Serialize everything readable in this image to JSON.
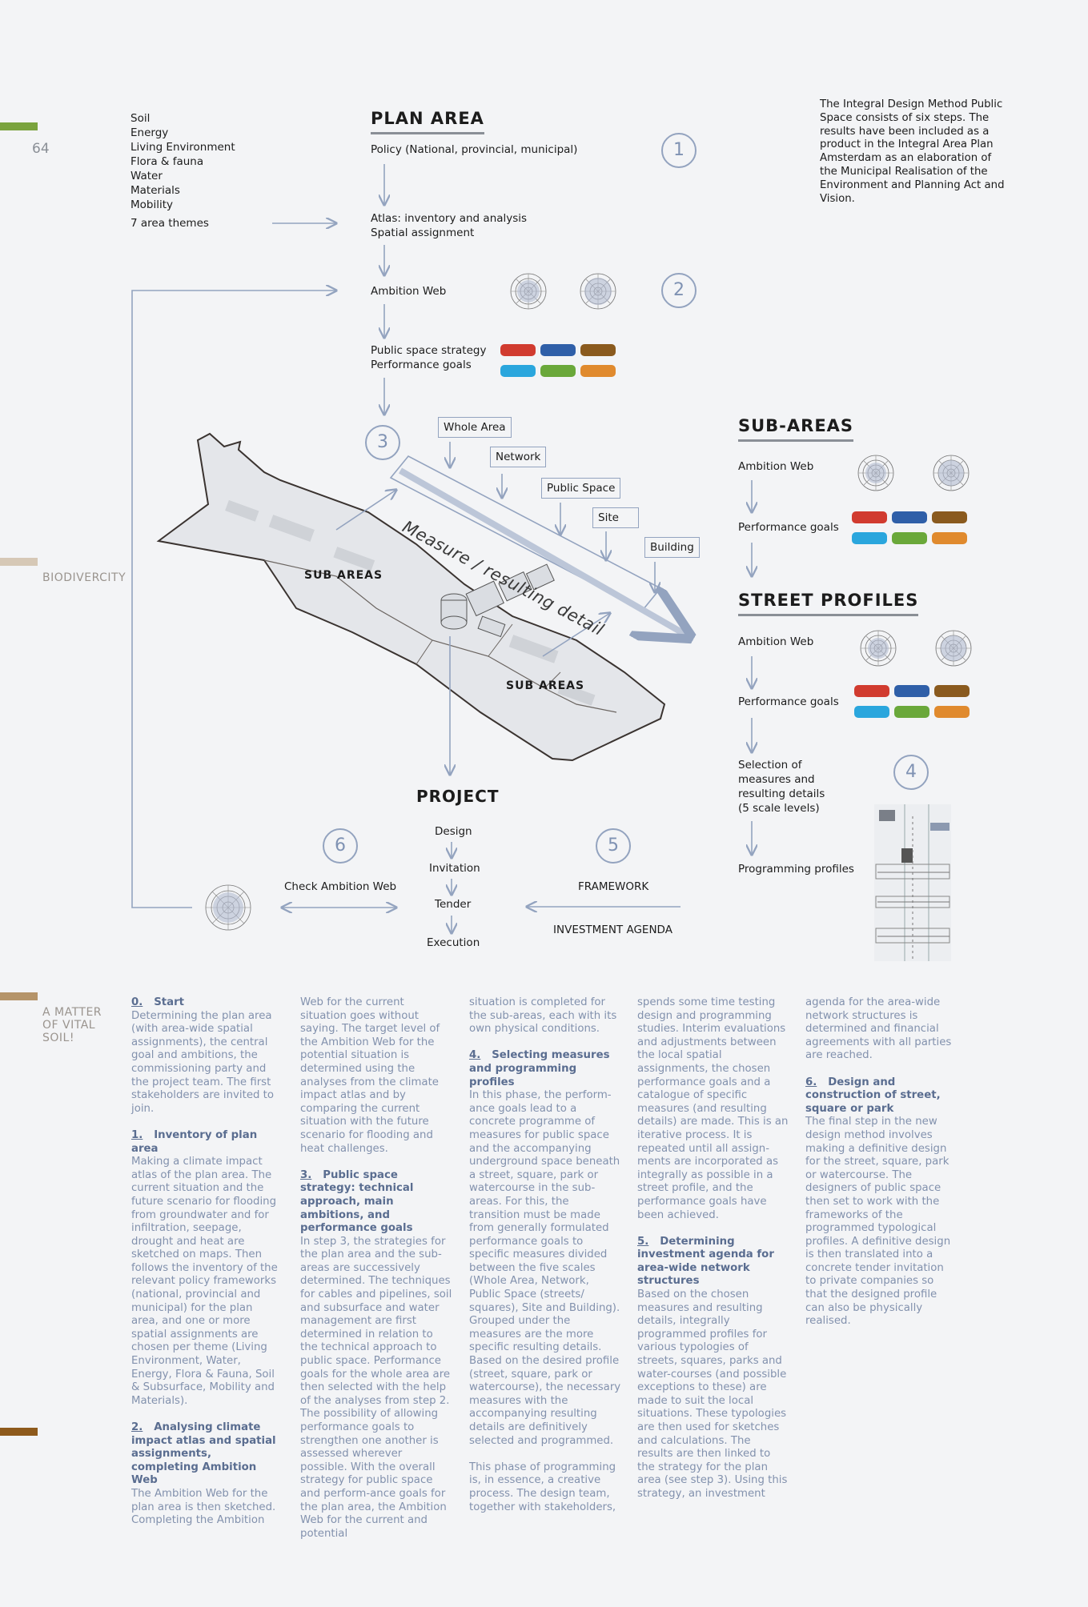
{
  "page": {
    "number": "64",
    "side_biodiversity": "BIODIVERCITY",
    "side_matter": [
      "A MATTER",
      "OF VITAL",
      "SOIL!"
    ],
    "colors": {
      "bar_green": "#7aa33e",
      "bar_beige": "#d6c8b6",
      "bar_tan": "#b5946a",
      "bar_brown": "#8e5a1c",
      "line": "#93a3bf"
    }
  },
  "intro": "The Integral Design Method Public Space consists of six steps. The results have been included as a product in the Integral Area Plan Amsterdam as an elaboration of the Municipal Realisation of the Environment and Planning Act and Vision.",
  "themes": {
    "items": [
      "Soil",
      "Energy",
      "Living Environment",
      "Flora & fauna",
      "Water",
      "Materials",
      "Mobility"
    ],
    "summary": "7 area themes"
  },
  "plan_area": {
    "title": "PLAN AREA",
    "policy": "Policy (National, provincial, municipal)",
    "atlas_1": "Atlas: inventory and analysis",
    "atlas_2": "Spatial assignment",
    "ambition": "Ambition Web",
    "strategy_1": "Public space strategy",
    "strategy_2": "Performance goals"
  },
  "steps": {
    "s1": "1",
    "s2": "2",
    "s3": "3",
    "s4": "4",
    "s5": "5",
    "s6": "6"
  },
  "scales": {
    "whole": "Whole Area",
    "network": "Network",
    "public": "Public Space",
    "site": "Site",
    "building": "Building",
    "measure": "Measure / resulting detail"
  },
  "map": {
    "sub1": "SUB AREAS",
    "sub2": "SUB AREAS"
  },
  "sub_areas": {
    "title": "SUB-AREAS",
    "ambition": "Ambition Web",
    "goals": "Performance goals"
  },
  "street_profiles": {
    "title": "STREET PROFILES",
    "ambition": "Ambition Web",
    "goals": "Performance goals",
    "selection": [
      "Selection of",
      "measures and",
      "resulting details",
      "(5 scale levels)"
    ],
    "programming": "Programming profiles"
  },
  "project": {
    "title": "PROJECT",
    "design": "Design",
    "invitation": "Invitation",
    "tender": "Tender",
    "execution": "Execution",
    "check": "Check Ambition Web",
    "framework": "FRAMEWORK",
    "investment": "INVESTMENT AGENDA"
  },
  "goal_pills": {
    "row1": [
      "#d13b2f",
      "#2f5fa8",
      "#8a5a1e"
    ],
    "row2": [
      "#2aa6dd",
      "#6aa83a",
      "#e08a2e"
    ]
  },
  "body": {
    "c1": {
      "h0n": "0.",
      "h0": "Start",
      "p0": "Determining the plan area (with area-wide spatial assignments), the central goal and ambitions, the commissioning party and the project team. The first stakeholders are invited to join.",
      "h1n": "1.",
      "h1": "Inventory of plan area",
      "p1": "Making a climate impact atlas of the plan area. The current situation and the future scenario for flooding from groundwater and for infiltration, seepage, drought and heat are sketched on maps. Then follows the inventory of the relevant policy frameworks (national, provincial and municipal) for the plan area, and one or more spatial assignments are chosen per theme (Living Environment, Water, Energy, Flora & Fauna, Soil & Subsurface, Mobility and Materials).",
      "h2n": "2.",
      "h2": "Analysing climate impact atlas and spatial assignments, completing Ambition Web",
      "p2": "The Ambition Web for the plan area is then sketched. Completing the Ambition"
    },
    "c2": {
      "p0": "Web for the current situation goes without saying. The target level of the Ambition Web for the potential situation is determined using the analyses from the climate impact atlas and by comparing the current situation with the future scenario for flooding and heat challenges.",
      "h3n": "3.",
      "h3": "Public space strategy: technical approach, main ambitions, and performance goals",
      "p3": "In step 3, the strategies for the plan area and the sub-areas are successively determined. The techniques for cables and pipelines, soil and subsurface and water management are first determined in relation to the technical approach to public space. Performance goals for the whole area are then selected with the help of the analyses from step 2. The possibility of allowing performance goals to strengthen one another is assessed wherever possible. With the overall strategy for public space and perform-ance goals for the plan area, the Ambition Web for the current and potential"
    },
    "c3": {
      "p0": "situation is completed for the sub-areas, each with its own physical conditions.",
      "h4n": "4.",
      "h4": "Selecting measures and programming profiles",
      "p4": "In this phase, the perform-ance goals lead to a concrete programme of measures for public space and the accompanying underground space beneath a street, square, park or watercourse in the sub-areas. For this, the transition must be made from generally formulated performance goals to specific measures divided between the five scales (Whole Area, Network, Public Space (streets/ squares), Site and Building). Grouped under the measures are the more specific resulting details. Based on the desired profile (street, square, park or watercourse), the necessary measures with the accompanying resulting details are definitively selected and programmed.",
      "p5": "This phase of programming is, in essence, a creative process. The design team, together with stakeholders,"
    },
    "c4": {
      "p0": "spends some time testing design and programming studies. Interim evaluations and adjustments between the local spatial assignments, the chosen performance goals and a catalogue of specific measures (and resulting details) are made. This is an iterative process. It is repeated until all assign-ments are incorporated as integrally as possible in a street profile, and the performance goals have been achieved.",
      "h5n": "5.",
      "h5": "Determining investment agenda for area-wide network structures",
      "p5": "Based on the chosen measures and resulting details, integrally programmed profiles for various typologies of streets, squares, parks and water-courses (and possible exceptions to these) are made to suit the local situations. These typologies are then used for sketches and calculations. The results are then linked to the strategy for the plan area (see step 3). Using this strategy, an investment"
    },
    "c5": {
      "p0": "agenda for the area-wide network structures is determined and financial agreements with all parties are reached.",
      "h6n": "6.",
      "h6": "Design and construction of street, square or park",
      "p6": "The final step in the new design method involves making a definitive design for the street, square, park or watercourse. The designers of public space then set to work with the frameworks of the programmed typological profiles. A definitive design is then translated into a concrete tender invitation to private companies so that the designed profile can also be physically realised."
    }
  }
}
